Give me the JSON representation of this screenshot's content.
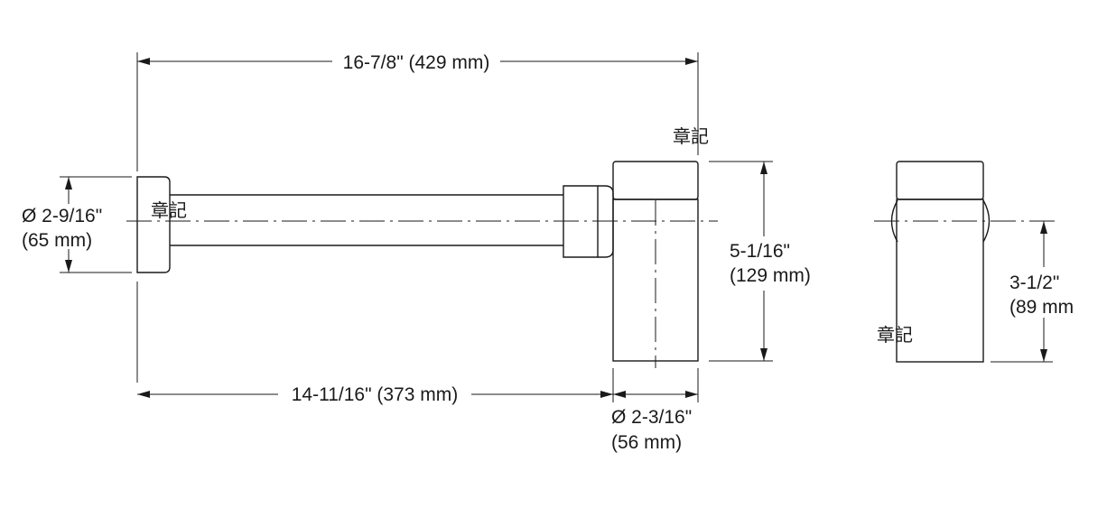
{
  "dimensions": {
    "overall_length": "16-7/8\" (429 mm)",
    "flange_diameter_in": "Ø 2-9/16\"",
    "flange_diameter_mm": "(65 mm)",
    "tube_length": "14-11/16\" (373 mm)",
    "trap_height_in": "5-1/16\"",
    "trap_height_mm": "(129 mm)",
    "trap_diameter_in": "Ø 2-3/16\"",
    "trap_diameter_mm": "(56 mm)",
    "outlet_height_in": "3-1/2\"",
    "outlet_height_mm": "(89 mm"
  },
  "marks": {
    "mark_1": "章記",
    "mark_2": "章記",
    "mark_3": "章記"
  }
}
